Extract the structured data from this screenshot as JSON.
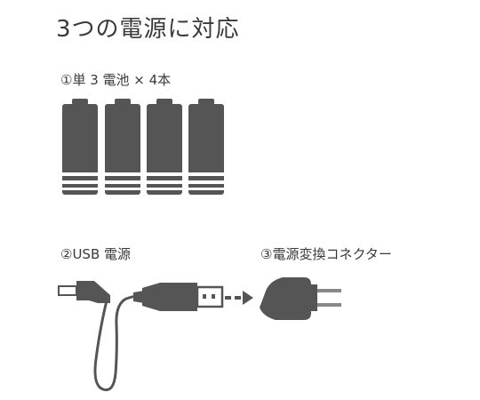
{
  "title": "3つの電源に対応",
  "options": [
    {
      "label": "①単 3 電池 × 4本",
      "icon": "aa-battery-icon",
      "count": 4
    },
    {
      "label": "②USB 電源",
      "icon": "usb-cable-icon"
    },
    {
      "label": "③電源変換コネクター",
      "icon": "ac-adapter-icon"
    }
  ],
  "colors": {
    "device": "#555555",
    "stripe": "#ffffff",
    "text": "#3a3a3a",
    "prong": "#8a8a8a"
  }
}
